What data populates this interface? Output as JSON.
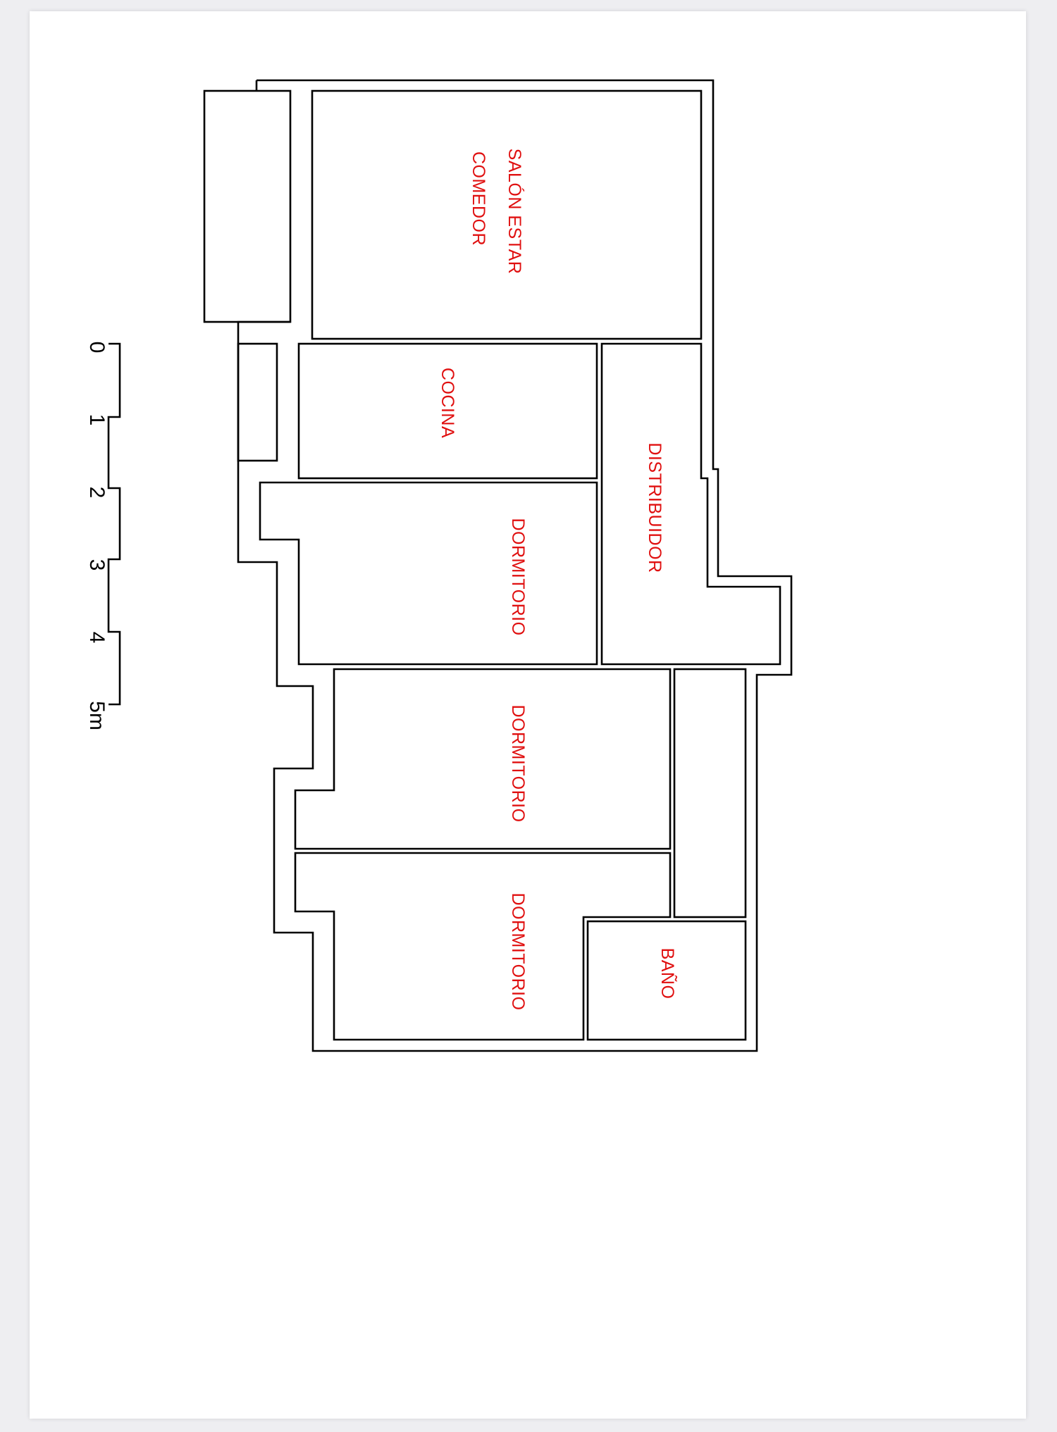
{
  "rooms": {
    "salon_line1": "SALÓN ESTAR",
    "salon_line2": "COMEDOR",
    "cocina": "COCINA",
    "distribuidor": "DISTRIBUIDOR",
    "dormitorio_1": "DORMITORIO",
    "dormitorio_2": "DORMITORIO",
    "dormitorio_3": "DORMITORIO",
    "bano": "BAÑO"
  },
  "scale": {
    "ticks": [
      "0",
      "1",
      "2",
      "3",
      "4",
      "5m"
    ]
  },
  "colors": {
    "label": "#e01010",
    "wall": "#000000",
    "paper": "#ffffff"
  }
}
